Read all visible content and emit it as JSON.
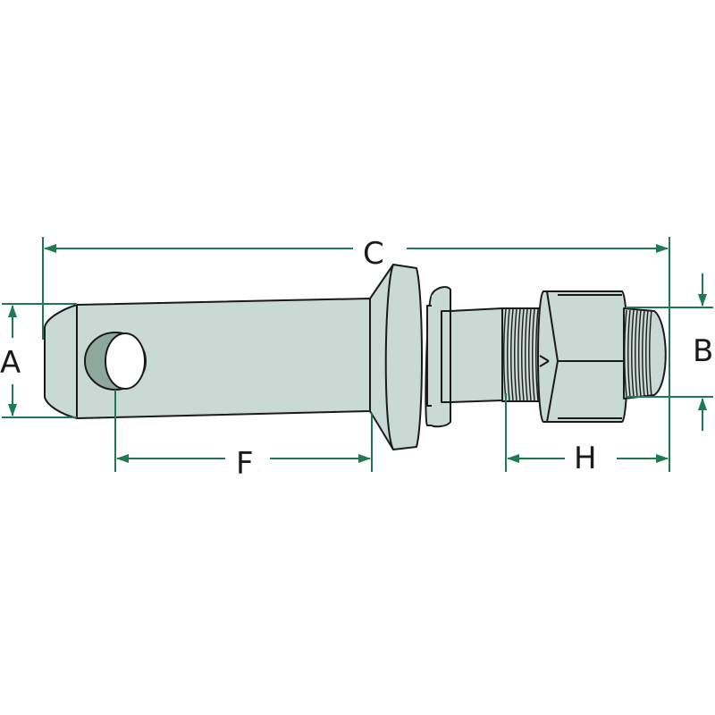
{
  "diagram": {
    "labels": {
      "A": "A",
      "B": "B",
      "C": "C",
      "F": "F",
      "H": "H"
    },
    "colors": {
      "part_fill": "#c9d9d3",
      "part_fill_dark": "#8fa89e",
      "part_stroke": "#1a1a1a",
      "dimension_line": "#1f7a52",
      "background": "#ffffff"
    }
  }
}
